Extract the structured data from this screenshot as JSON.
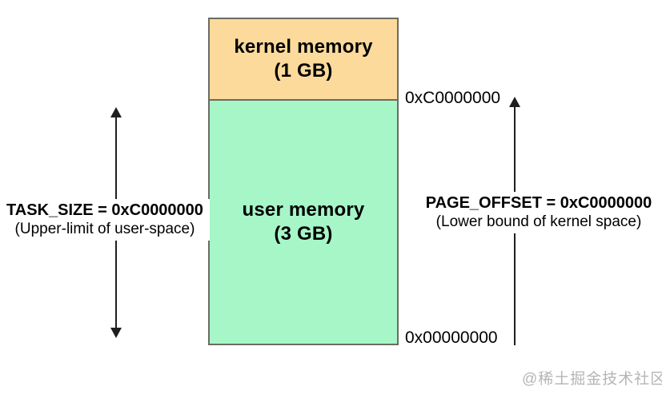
{
  "boxes": {
    "kernel": {
      "title": "kernel memory",
      "size": "(1 GB)",
      "fill": "#fbda9b"
    },
    "user": {
      "title": "user memory",
      "size": "(3 GB)",
      "fill": "#a6f6c7"
    }
  },
  "addresses": {
    "boundary": "0xC0000000",
    "base": "0x00000000"
  },
  "task_size": {
    "title": "TASK_SIZE = 0xC0000000",
    "subtitle": "(Upper-limit of user-space)"
  },
  "page_offset": {
    "title": "PAGE_OFFSET = 0xC0000000",
    "subtitle": "(Lower bound of kernel space)"
  },
  "watermark": "@稀土掘金技术社区",
  "colors": {
    "kernel_fill": "#fbda9b",
    "user_fill": "#a6f6c7",
    "box_border": "#6b6b63",
    "arrow": "#1f1f1f",
    "watermark": "#b5b5b5",
    "background": "#ffffff"
  }
}
